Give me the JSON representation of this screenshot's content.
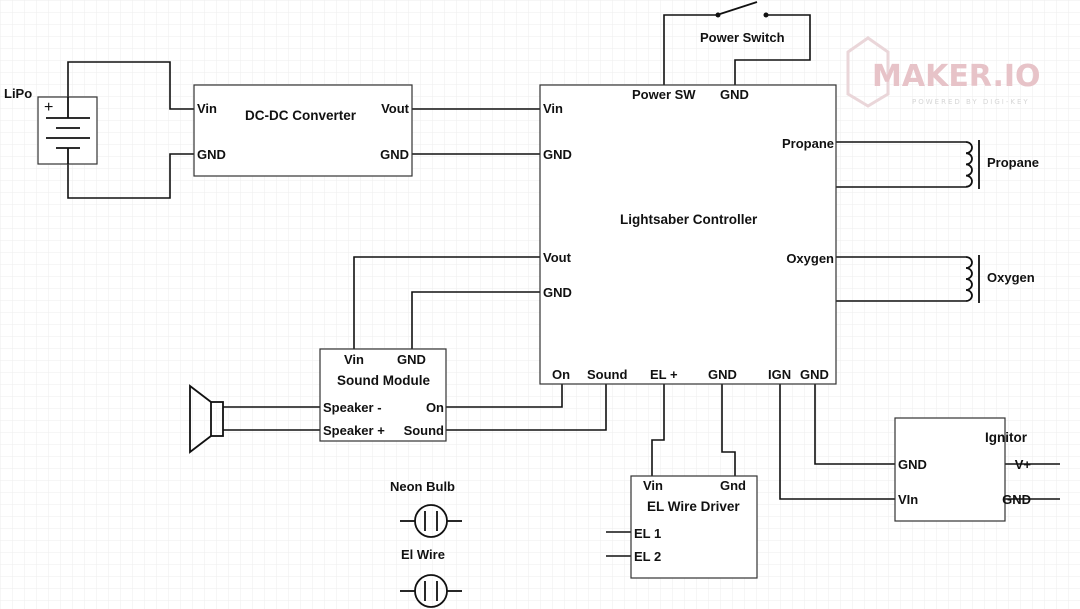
{
  "logo": {
    "text": "MAKER.IO",
    "subtitle": "POWERED BY DIGI-KEY"
  },
  "lipo": {
    "label": "LiPo",
    "plus": "+"
  },
  "dcdc": {
    "title": "DC-DC Converter",
    "vin": "Vin",
    "gnd_in": "GND",
    "vout": "Vout",
    "gnd_out": "GND"
  },
  "power_switch": {
    "label": "Power Switch"
  },
  "controller": {
    "title": "Lightsaber Controller",
    "vin": "Vin",
    "gnd_top": "GND",
    "vout": "Vout",
    "gnd_mid": "GND",
    "power_sw": "Power SW",
    "gnd_sw": "GND",
    "propane": "Propane",
    "oxygen": "Oxygen",
    "on": "On",
    "sound": "Sound",
    "el_plus": "EL +",
    "gnd_el": "GND",
    "ign": "IGN",
    "gnd_ign": "GND"
  },
  "propane_valve": {
    "label": "Propane"
  },
  "oxygen_valve": {
    "label": "Oxygen"
  },
  "sound_module": {
    "title": "Sound Module",
    "vin": "Vin",
    "gnd": "GND",
    "speaker_minus": "Speaker -",
    "speaker_plus": "Speaker +",
    "on": "On",
    "sound": "Sound"
  },
  "el_driver": {
    "title": "EL Wire Driver",
    "vin": "Vin",
    "gnd": "Gnd",
    "el1": "EL 1",
    "el2": "EL 2"
  },
  "ignitor": {
    "title": "Ignitor",
    "gnd": "GND",
    "vin": "VIn",
    "vplus": "V+",
    "gnd_out": "GND"
  },
  "legend": {
    "neon_bulb": "Neon Bulb",
    "el_wire": "El Wire"
  },
  "colors": {
    "wire": "#111111",
    "box_stroke": "#333333",
    "grid": "#eeeeee",
    "logo": "#e7c3c8"
  }
}
